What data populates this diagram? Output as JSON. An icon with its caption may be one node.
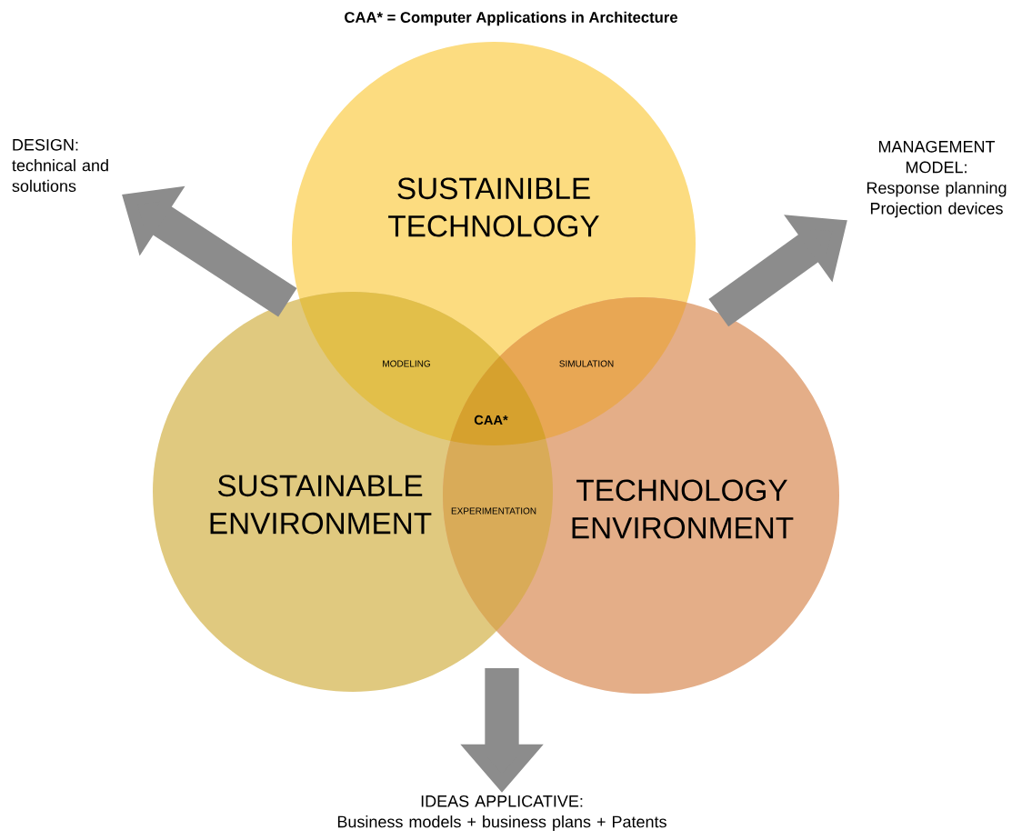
{
  "diagram": {
    "title": "CAA* = Computer Applications in Architecture",
    "nodes": [
      {
        "text": [
          "SUSTAINIBLE TECHNOLOGY"
        ]
      },
      {
        "text": [
          "SUSTAINABLE ENVIRONMENT"
        ]
      },
      {
        "text": [
          "TECHNOLOGY ENVIRONMENT"
        ]
      },
      {
        "text": [
          "DESIGN:",
          "technical and solutions"
        ]
      },
      {
        "text": [
          "MANAGEMENT MODEL:",
          "Response planning Projection devices"
        ]
      },
      {
        "text": [
          "IDEAS APPLICATIVE:",
          "Business models + business plans + Patents"
        ]
      }
    ],
    "edges": [
      {
        "from": 1,
        "to": 3,
        "arrow": "to"
      },
      {
        "from": 2,
        "to": 4,
        "arrow": "to"
      },
      {
        "from": null,
        "to": 5,
        "arrow": "to"
      }
    ],
    "labels": [
      "MODELING",
      "SIMULATION",
      "CAA*",
      "EXPERIMENTATION"
    ]
  }
}
